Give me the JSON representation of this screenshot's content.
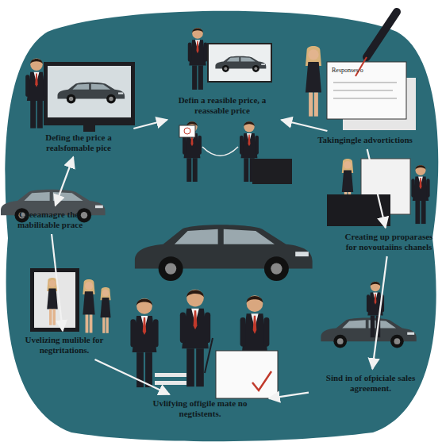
{
  "diagram": {
    "nodes": [
      {
        "text": [
          "Defing the price a realsfomable pice"
        ]
      },
      {
        "text": [
          "Defin a reasible price, a reassable price"
        ]
      },
      {
        "text": [
          "Takingingle advortictions"
        ]
      },
      {
        "text": [
          "Creeamagre the, mabilitable prace"
        ]
      },
      {
        "text": [
          "Creating up proparases for novoutaiins chanels"
        ]
      },
      {
        "text": [
          "Uvelizing mulible for negtritations."
        ]
      },
      {
        "text": [
          "Uvlifying offigile mate no negtistents."
        ]
      },
      {
        "text": [
          "Sind in of ofpiciale sales agreement."
        ]
      }
    ],
    "edges": [
      {
        "from": 0,
        "to": 1,
        "arrow": "to"
      },
      {
        "from": 2,
        "to": 1,
        "arrow": "to"
      },
      {
        "from": 0,
        "to": 3,
        "arrow": "both"
      },
      {
        "from": 3,
        "to": 5,
        "arrow": "to"
      },
      {
        "from": 5,
        "to": 6,
        "arrow": "to"
      },
      {
        "from": 2,
        "to": 4,
        "arrow": "to"
      },
      {
        "from": 4,
        "to": 7,
        "arrow": "to"
      },
      {
        "from": 7,
        "to": 6,
        "arrow": "to"
      }
    ],
    "labels": [
      "Responses o"
    ]
  }
}
